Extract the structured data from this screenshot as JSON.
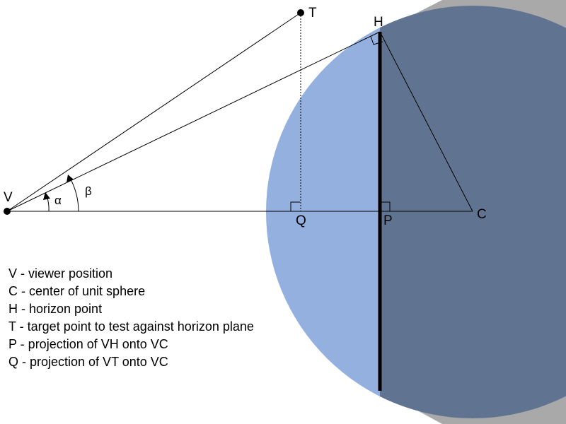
{
  "points": {
    "V": "V",
    "T": "T",
    "H": "H",
    "C": "C",
    "P": "P",
    "Q": "Q"
  },
  "angles": {
    "alpha": "α",
    "beta": "β"
  },
  "legend": [
    "V - viewer position",
    "C - center of unit sphere",
    "H - horizon point",
    "T - target point to test against horizon plane",
    "P - projection of VH onto VC",
    "Q - projection of VT onto VC"
  ],
  "colors": {
    "sphere_front": "#94b0df",
    "sphere_back": "#607491",
    "background_shadow": "#a9a9a9",
    "lines": "#000000"
  }
}
